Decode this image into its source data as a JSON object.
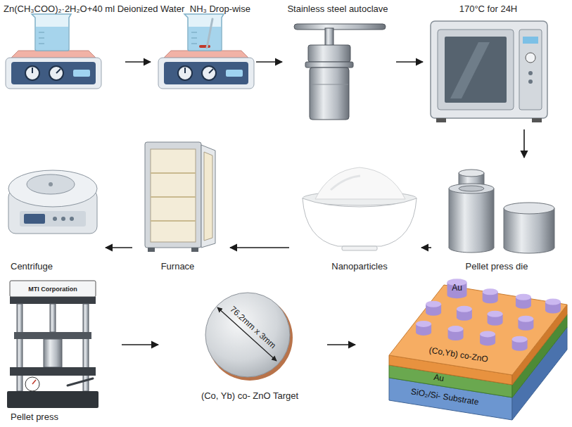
{
  "diagram": {
    "nodes": [
      {
        "text": [
          "Zn(CH₃COO)₂·2H₂O+40 ml Deionized Water"
        ]
      },
      {
        "text": [
          "NH₃ Drop-wise"
        ]
      },
      {
        "text": [
          "Stainless steel autoclave"
        ]
      },
      {
        "text": [
          "170°C for 24H"
        ]
      },
      {
        "text": [
          "Pellet press die"
        ]
      },
      {
        "text": [
          "Nanoparticles"
        ]
      },
      {
        "text": [
          "Furnace"
        ]
      },
      {
        "text": [
          "Centrifuge"
        ]
      },
      {
        "text": [
          "Pellet press"
        ]
      },
      {
        "text": [
          "(Co, Yb) co- ZnO Target"
        ]
      },
      {
        "text": [
          "Au"
        ]
      },
      {
        "text": [
          "(Co,Yb) co-ZnO"
        ],
        "in": 10
      },
      {
        "text": [
          "Au"
        ],
        "in": 10
      },
      {
        "text": [
          "SiO₂/Si- Substrate"
        ],
        "in": 10
      }
    ],
    "edges": [
      {
        "from": 0,
        "to": 1,
        "arrow": "to"
      },
      {
        "from": 1,
        "to": 2,
        "arrow": "to"
      },
      {
        "from": 2,
        "to": 3,
        "arrow": "to"
      },
      {
        "from": 3,
        "to": 4,
        "arrow": "to"
      },
      {
        "from": 4,
        "to": 5,
        "arrow": "to"
      },
      {
        "from": 5,
        "to": 6,
        "arrow": "to"
      },
      {
        "from": 6,
        "to": 7,
        "arrow": "to"
      },
      {
        "from": 8,
        "to": 9,
        "arrow": "to"
      },
      {
        "from": 9,
        "to": 10,
        "arrow": "to"
      }
    ],
    "labels": [
      "76.2mm x 3mm",
      "MTI Corporation"
    ]
  }
}
